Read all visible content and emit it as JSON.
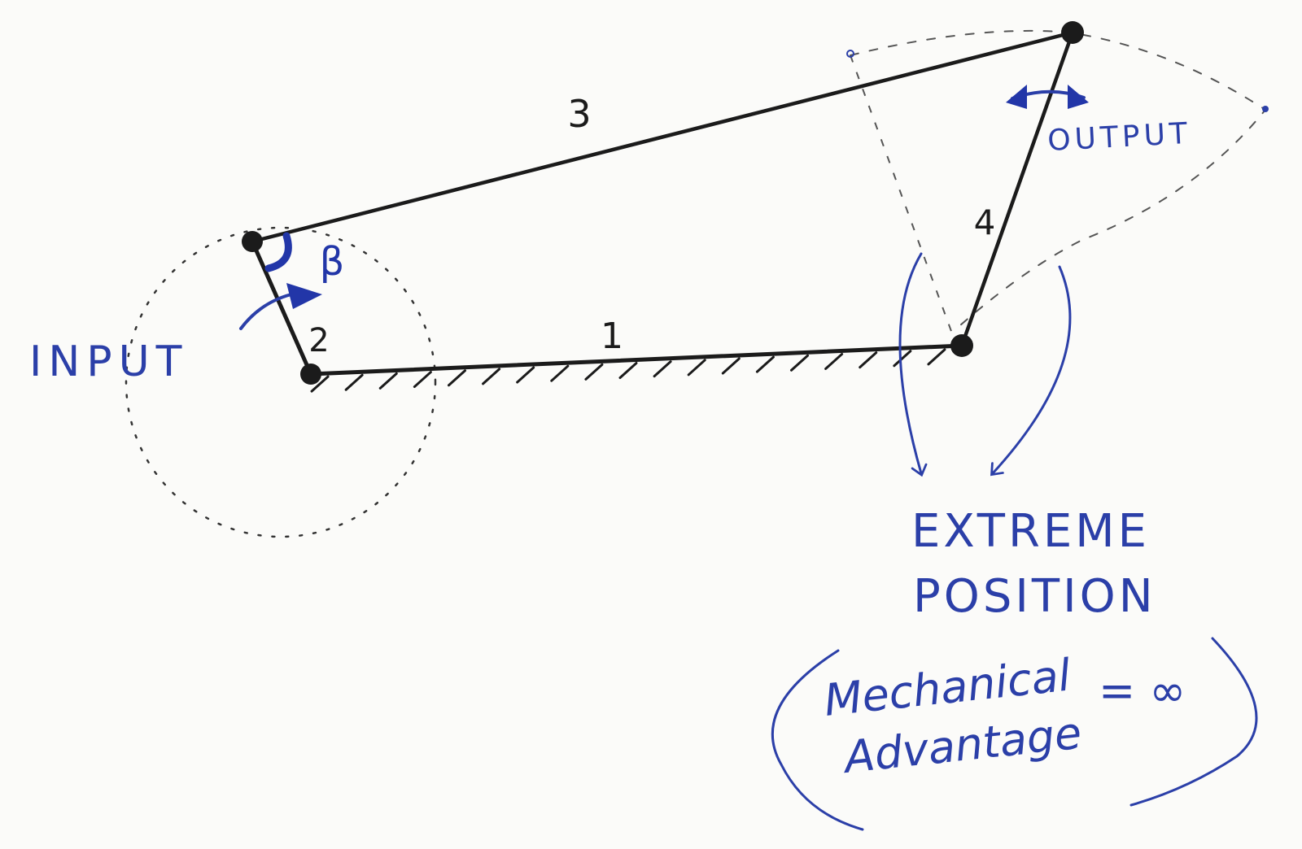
{
  "diagram": {
    "type": "four-bar linkage sketch",
    "colors": {
      "ink_black": "#1b1b1b",
      "ink_blue": "#2b3fa8",
      "ink_blue_fill": "#2236a8",
      "paper": "#fbfbf9"
    },
    "links": {
      "ground": "1",
      "input_crank": "2",
      "coupler": "3",
      "output_rocker": "4"
    },
    "angle_label": "β",
    "labels": {
      "input": "INPUT",
      "output": "OUTPUT",
      "extreme_line1": "EXTREME",
      "extreme_line2": "POSITION",
      "ma_line1": "Mechanical",
      "ma_line2": "Advantage",
      "ma_value": "= ∞"
    }
  }
}
